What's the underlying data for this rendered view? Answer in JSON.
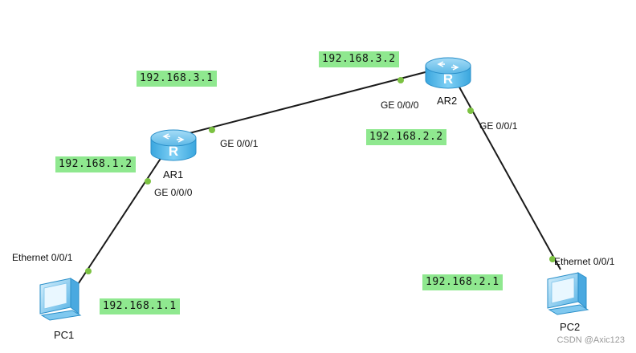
{
  "devices": {
    "ar1": {
      "name": "AR1",
      "icon": "router-icon"
    },
    "ar2": {
      "name": "AR2",
      "icon": "router-icon"
    },
    "pc1": {
      "name": "PC1",
      "icon": "pc-icon"
    },
    "pc2": {
      "name": "PC2",
      "icon": "pc-icon"
    }
  },
  "ports": {
    "ar1_ge001": "GE 0/0/1",
    "ar1_ge000": "GE 0/0/0",
    "ar2_ge000": "GE 0/0/0",
    "ar2_ge001": "GE 0/0/1",
    "pc1_eth": "Ethernet 0/0/1",
    "pc2_eth": "Ethernet 0/0/1"
  },
  "addresses": {
    "ar1_ge001": "192.168.3.1",
    "ar2_ge000": "192.168.3.2",
    "ar2_ge001": "192.168.2.2",
    "ar1_ge000": "192.168.1.2",
    "pc2": "192.168.2.1",
    "pc1": "192.168.1.1"
  },
  "links": [
    {
      "from": "AR1",
      "to": "AR2"
    },
    {
      "from": "AR1",
      "to": "PC1"
    },
    {
      "from": "AR2",
      "to": "PC2"
    }
  ],
  "colors": {
    "router": "#4fb3e8",
    "link": "#1a1a1a",
    "port_dot": "#7cc242",
    "ip_label": "#8fe88f"
  },
  "watermark": "CSDN @Axic123"
}
